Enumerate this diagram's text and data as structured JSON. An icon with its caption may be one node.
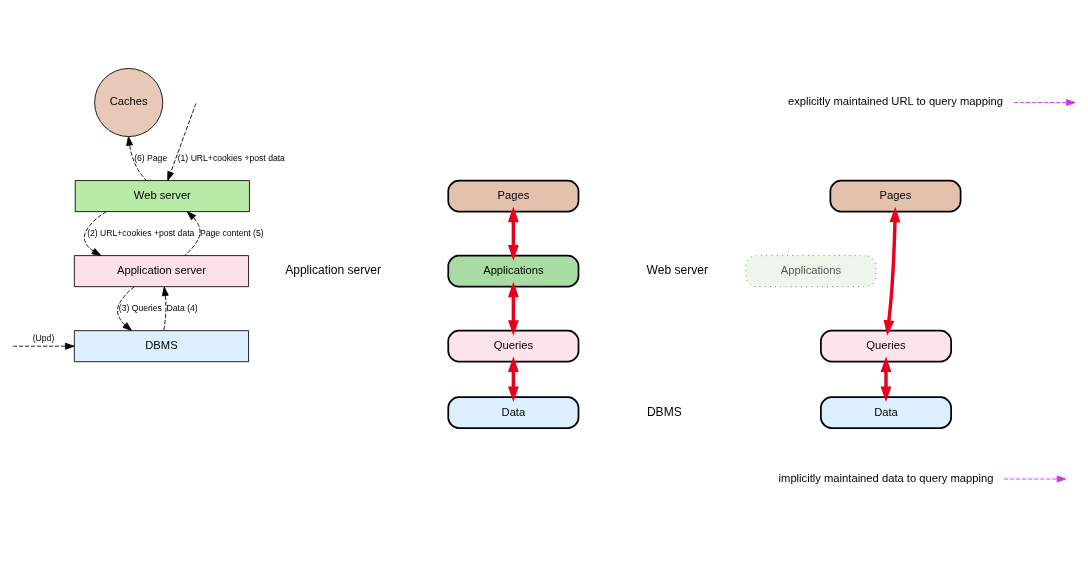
{
  "diagram": {
    "nodes": [
      {
        "text": [
          "Caches"
        ]
      },
      {
        "text": [
          "Web server"
        ]
      },
      {
        "text": [
          "Application server"
        ]
      },
      {
        "text": [
          "DBMS"
        ]
      },
      {
        "text": [
          "Pages"
        ]
      },
      {
        "text": [
          "Applications"
        ]
      },
      {
        "text": [
          "Queries"
        ]
      },
      {
        "text": [
          "Data"
        ]
      },
      {
        "text": [
          "explicitly maintained URL to query mapping"
        ]
      },
      {
        "text": [
          "Pages"
        ]
      },
      {
        "text": [
          "Applications"
        ]
      },
      {
        "text": [
          "Queries"
        ]
      },
      {
        "text": [
          "Data"
        ]
      },
      {
        "text": [
          "implicitly maintained data to query mapping"
        ]
      }
    ],
    "edges": [
      {
        "from": null,
        "to": 1,
        "arrow": "to",
        "style": "dashed",
        "label": "(1) URL+cookies +post data"
      },
      {
        "from": 1,
        "to": 2,
        "arrow": "to",
        "style": "dashed",
        "label": "(2) URL+cookies +post data"
      },
      {
        "from": 2,
        "to": 3,
        "arrow": "to",
        "style": "dashed",
        "label": "(3) Queries"
      },
      {
        "from": 3,
        "to": 2,
        "arrow": "to",
        "style": "dashed",
        "label": "Data (4)"
      },
      {
        "from": 2,
        "to": 1,
        "arrow": "to",
        "style": "dashed",
        "label": "Page content (5)"
      },
      {
        "from": 1,
        "to": 0,
        "arrow": "to",
        "style": "dashed",
        "label": "(6) Page"
      },
      {
        "from": null,
        "to": 3,
        "arrow": "to",
        "style": "dashed",
        "label": "(Upd)"
      },
      {
        "from": 4,
        "to": 5,
        "arrow": "both",
        "style": "thick",
        "color": "#e8001c"
      },
      {
        "from": 5,
        "to": 6,
        "arrow": "both",
        "style": "thick",
        "color": "#e8001c"
      },
      {
        "from": 6,
        "to": 7,
        "arrow": "both",
        "style": "thick",
        "color": "#e8001c"
      },
      {
        "from": 9,
        "to": 11,
        "arrow": "both",
        "style": "thick",
        "color": "#e8001c"
      },
      {
        "from": 11,
        "to": 12,
        "arrow": "both",
        "style": "thick",
        "color": "#e8001c"
      },
      {
        "from": 8,
        "to": null,
        "arrow": "to",
        "style": "dashed",
        "color": "#cc33ee"
      },
      {
        "from": 13,
        "to": null,
        "arrow": "to",
        "style": "dashed",
        "color": "#cc33ee"
      }
    ],
    "labels": [
      "Web server",
      "Application server",
      "DBMS"
    ]
  }
}
